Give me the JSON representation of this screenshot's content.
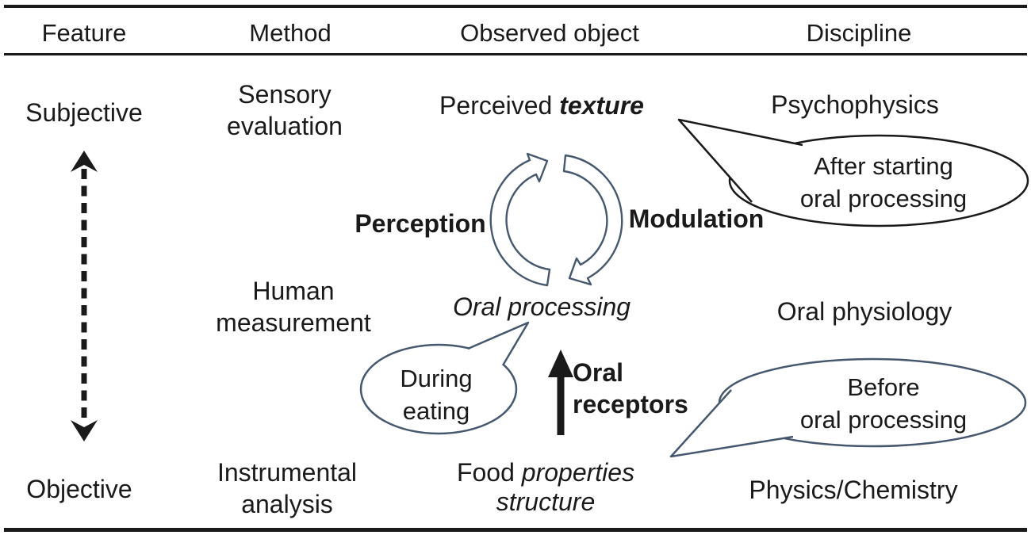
{
  "headers": {
    "feature": "Feature",
    "method": "Method",
    "observed_object": "Observed object",
    "discipline": "Discipline"
  },
  "feature_axis": {
    "subjective": "Subjective",
    "objective": "Objective"
  },
  "methods": {
    "sensory": {
      "line1": "Sensory",
      "line2": "evaluation"
    },
    "human": {
      "line1": "Human",
      "line2": "measurement"
    },
    "instrumental": {
      "line1": "Instrumental",
      "line2": "analysis"
    }
  },
  "observed": {
    "perceived": {
      "prefix": "Perceived ",
      "emphasis": "texture"
    },
    "oral_processing": "Oral processing",
    "food": {
      "prefix": "Food ",
      "em1": "properties",
      "em2": "structure"
    }
  },
  "disciplines": {
    "psychophysics": "Psychophysics",
    "oral_physiology": "Oral physiology",
    "physics_chemistry": "Physics/Chemistry"
  },
  "cycle_labels": {
    "perception": "Perception",
    "modulation": "Modulation"
  },
  "receptors": {
    "line1": "Oral",
    "line2": "receptors"
  },
  "bubbles": {
    "after": {
      "line1": "After starting",
      "line2": "oral processing"
    },
    "during": {
      "line1": "During",
      "line2": "eating"
    },
    "before": {
      "line1": "Before",
      "line2": "oral processing"
    }
  },
  "colors": {
    "ink": "#1a1a1a",
    "slate": "#46586e"
  }
}
